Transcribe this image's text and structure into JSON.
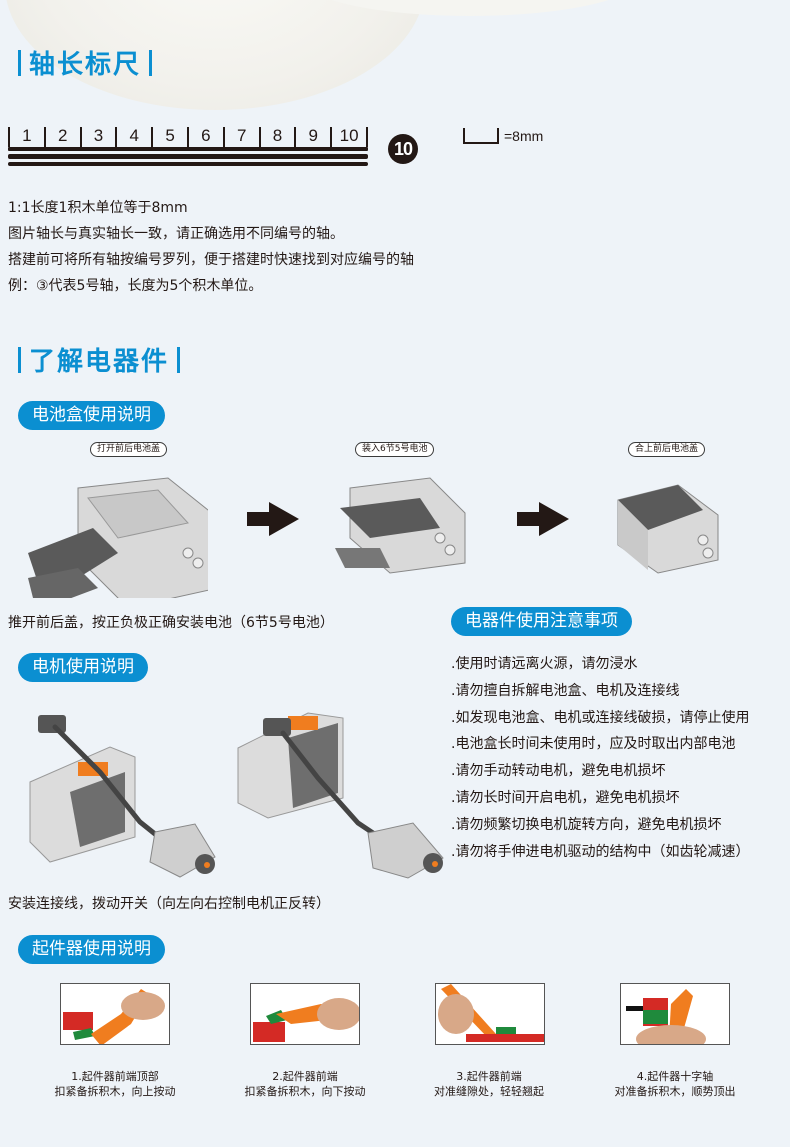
{
  "sections": {
    "axis_ruler": {
      "title": "轴长标尺",
      "ruler_numbers": [
        "1",
        "2",
        "3",
        "4",
        "5",
        "6",
        "7",
        "8",
        "9",
        "10"
      ],
      "circle_number": "10",
      "unit_label": "=8mm",
      "description": [
        "1:1长度1积木单位等于8mm",
        "图片轴长与真实轴长一致，请正确选用不同编号的轴。",
        "搭建前可将所有轴按编号罗列，便于搭建时快速找到对应编号的轴",
        "例：③代表5号轴，长度为5个积木单位。"
      ]
    },
    "electrical": {
      "title": "了解电器件",
      "battery_box": {
        "pill": "电池盒使用说明",
        "step_tags": [
          "打开前后电池盖",
          "装入6节5号电池",
          "合上前后电池盖"
        ],
        "caption": "推开前后盖，按正负极正确安装电池（6节5号电池）"
      },
      "motor": {
        "pill": "电机使用说明",
        "caption": "安装连接线，拨动开关（向左向右控制电机正反转）"
      },
      "precautions": {
        "pill": "电器件使用注意事项",
        "items": [
          ".使用时请远离火源，请勿浸水",
          " .请勿擅自拆解电池盒、电机及连接线",
          ".如发现电池盒、电机或连接线破损，请停止使用",
          " .电池盒长时间未使用时，应及时取出内部电池",
          ".请勿手动转动电机，避免电机损坏",
          " .请勿长时间开启电机，避免电机损坏",
          " .请勿频繁切换电机旋转方向，避免电机损坏",
          " .请勿将手伸进电机驱动的结构中（如齿轮减速）"
        ]
      },
      "separator": {
        "pill": "起件器使用说明",
        "steps": [
          {
            "line1": "1.起件器前端顶部",
            "line2": "扣紧备拆积木，向上按动"
          },
          {
            "line1": "2.起件器前端",
            "line2": "扣紧备拆积木，向下按动"
          },
          {
            "line1": "3.起件器前端",
            "line2": "对准缝隙处，轻轻翘起"
          },
          {
            "line1": "4.起件器十字轴",
            "line2": "对准备拆积木，顺势顶出"
          }
        ]
      }
    }
  },
  "colors": {
    "accent": "#0b8fd1",
    "background": "#eef3f8",
    "text": "#231815"
  }
}
